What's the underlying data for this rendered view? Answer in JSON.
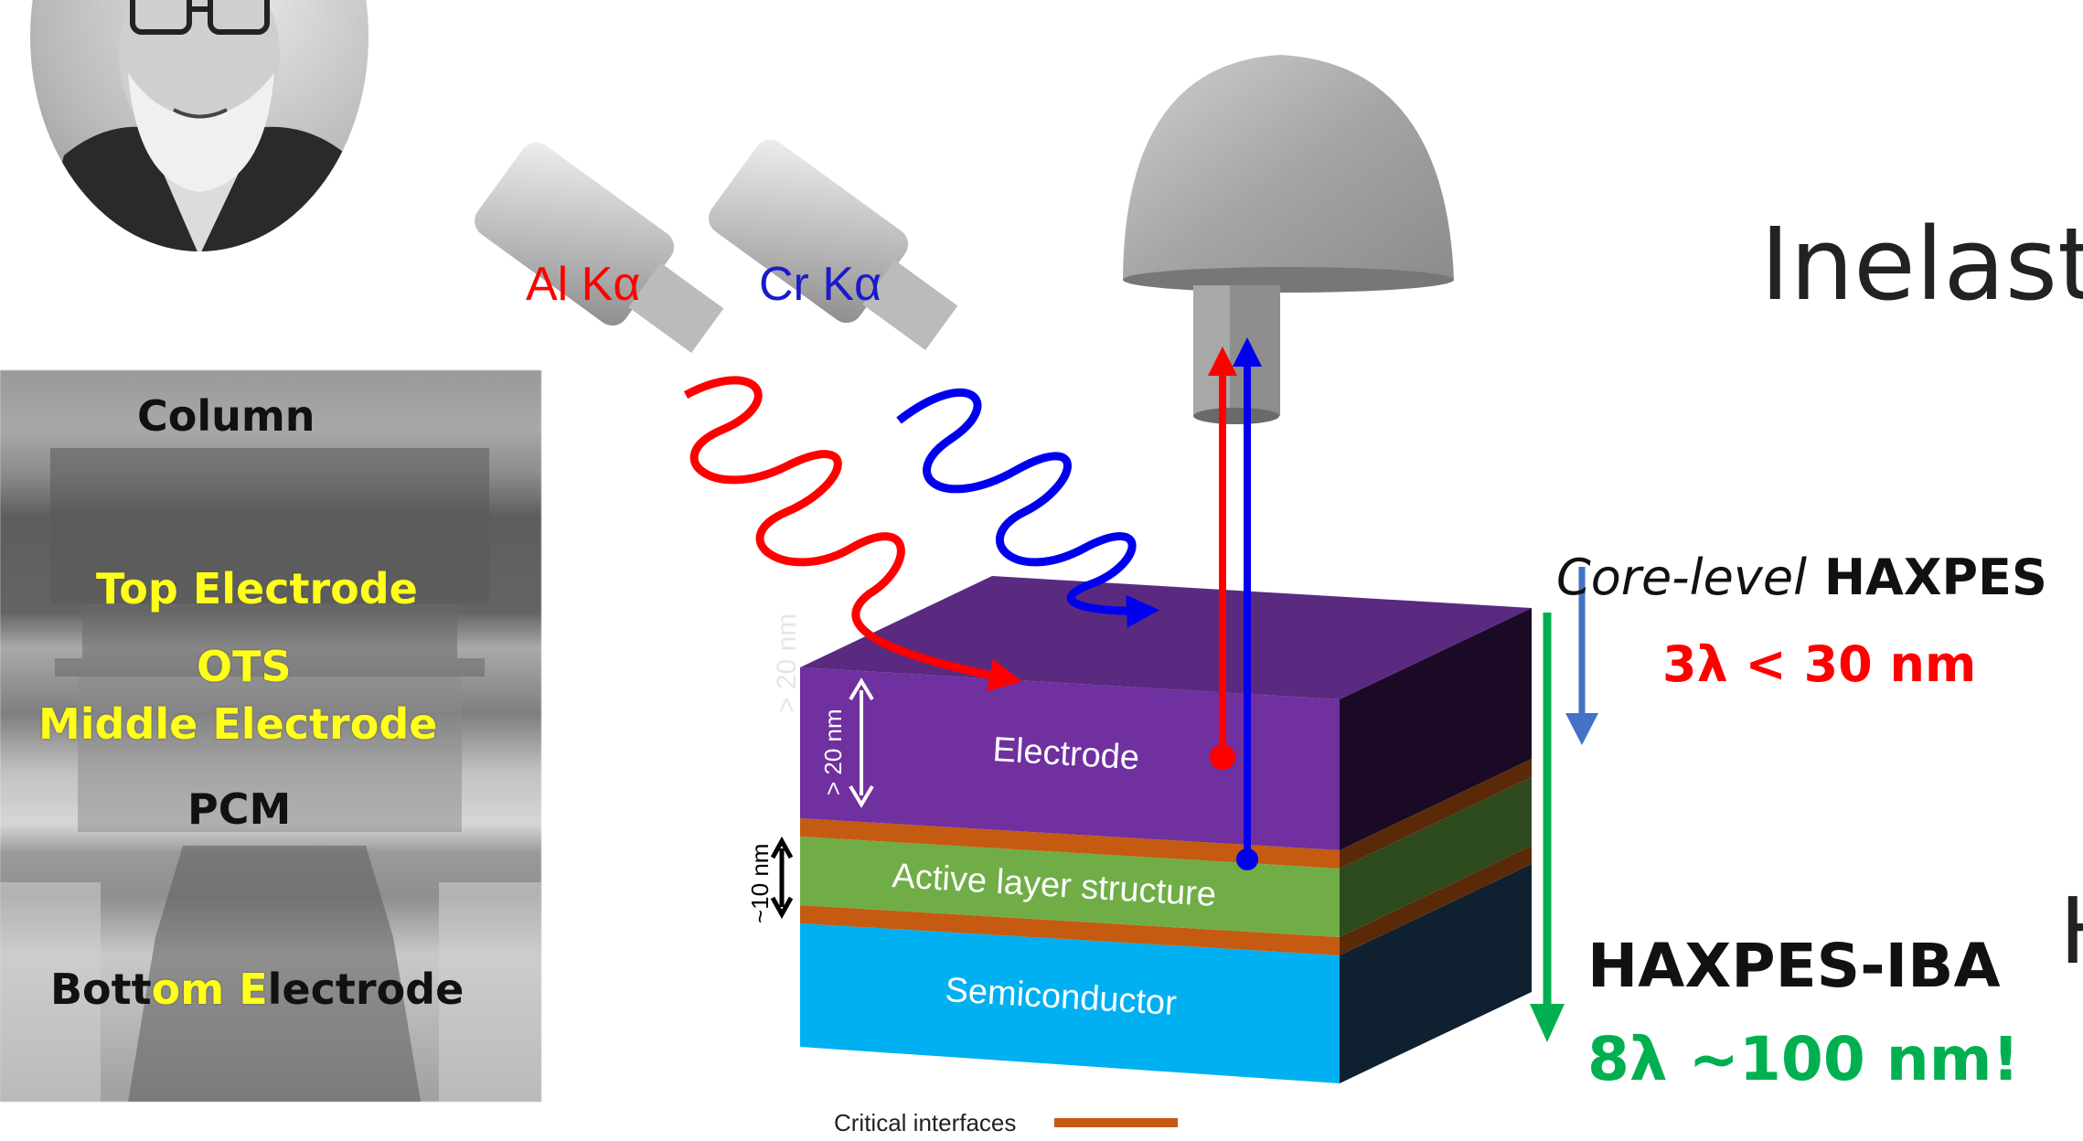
{
  "sem_image": {
    "labels": {
      "column": "Column",
      "top_electrode": "Top Electrode",
      "ots": "OTS",
      "middle_electrode": "Middle Electrode",
      "pcm": "PCM",
      "bottom_electrode_part1": "Bott",
      "bottom_electrode_part2": "om ",
      "bottom_electrode_part3": "E",
      "bottom_electrode_part4": "lectrode"
    }
  },
  "diagram": {
    "sources": {
      "al": "Al Kα",
      "cr": "Cr Kα"
    },
    "layers": {
      "electrode": "Electrode",
      "active": "Active layer structure",
      "semiconductor": "Semiconductor"
    },
    "dimensions": {
      "electrode_thickness": "> 20 nm",
      "active_thickness": "~10 nm",
      "faint_label": "> 20 nm"
    },
    "legend": "Critical interfaces"
  },
  "right_text": {
    "heading_partial": "Inelast",
    "core_level_italic": "Core-level",
    "core_level_bold": " HAXPES",
    "core_depth": "3λ < 30 nm",
    "iba_title": "HAXPES-IBA",
    "iba_depth": "8λ ~100 nm!",
    "edge_letter": "H"
  },
  "colors": {
    "red": "#ff0000",
    "blue": "#0000ee",
    "green": "#00b050",
    "electrode": "#7030a0",
    "active": "#70ad47",
    "semiconductor": "#00b0f0",
    "interface": "#c55a11",
    "sem_yellow": "#ffff1a"
  }
}
